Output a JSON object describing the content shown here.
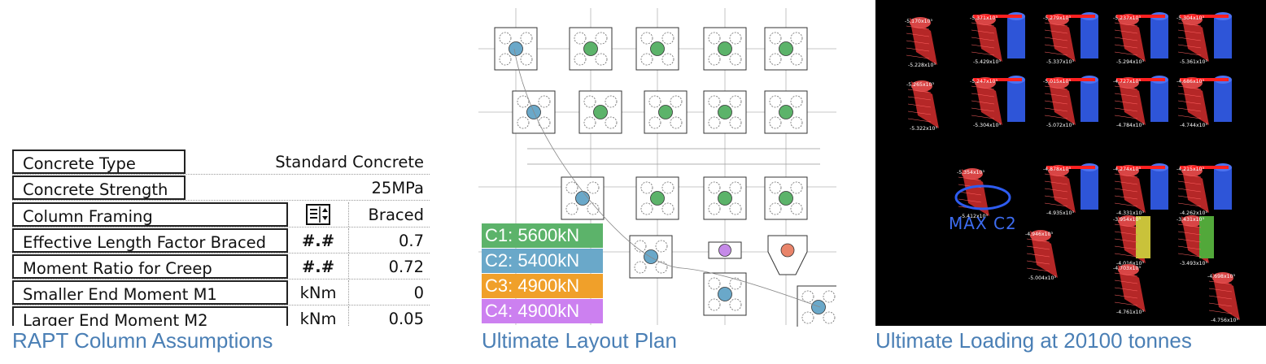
{
  "panels": {
    "left": {
      "caption": "RAPT Column Assumptions",
      "rows": [
        {
          "label": "Concrete Type",
          "unit": "",
          "value": "Standard Concrete"
        },
        {
          "label": "Concrete Strength",
          "unit": "",
          "value": "25MPa"
        },
        {
          "label": "Column Framing",
          "unit": "",
          "value": "Braced",
          "unit_icon": "list-select-icon"
        },
        {
          "label": "Effective Length Factor Braced",
          "unit": "#.#",
          "value": "0.7"
        },
        {
          "label": "Moment Ratio for Creep",
          "unit": "#.#",
          "value": "0.72"
        },
        {
          "label": "Smaller End Moment M1",
          "unit": "kNm",
          "value": "0"
        },
        {
          "label": "Larger End Moment M2",
          "unit": "kNm",
          "value": "0.05"
        }
      ]
    },
    "middle": {
      "caption": "Ultimate Layout Plan",
      "legend": [
        {
          "label": "C1: 5600kN",
          "color": "#5cb36a"
        },
        {
          "label": "C2: 5400kN",
          "color": "#6aa8c9"
        },
        {
          "label": "C3: 4900kN",
          "color": "#f0a02a"
        },
        {
          "label": "C4: 4900kN",
          "color": "#cc80f0"
        }
      ],
      "column_colors": {
        "C1": "#5cb36a",
        "C2": "#6aa8c9",
        "C3": "#e9846a",
        "C4": "#c58ae8"
      }
    },
    "right": {
      "caption": "Ultimate Loading at 20100 tonnes",
      "annotation": "MAX C2",
      "columns": [
        {
          "top": "-5.170x10³",
          "bottom": "-5.228x10³"
        },
        {
          "top": "-5.371x10³",
          "bottom": "-5.429x10³"
        },
        {
          "top": "-5.279x10³",
          "bottom": "-5.337x10³"
        },
        {
          "top": "-5.237x10³",
          "bottom": "-5.294x10³"
        },
        {
          "top": "-5.304x10³",
          "bottom": "-5.361x10³"
        },
        {
          "top": "-5.265x10³",
          "bottom": "-5.322x10³"
        },
        {
          "top": "-5.247x10³",
          "bottom": "-5.304x10³"
        },
        {
          "top": "-5.015x10³",
          "bottom": "-5.072x10³"
        },
        {
          "top": "-4.727x10³",
          "bottom": "-4.784x10³"
        },
        {
          "top": "-4.686x10³",
          "bottom": "-4.744x10³"
        },
        {
          "top": "-5.354x10³",
          "bottom": "-5.412x10³"
        },
        {
          "top": "-4.878x10³",
          "bottom": "-4.935x10³"
        },
        {
          "top": "-4.274x10³",
          "bottom": "-4.331x10³"
        },
        {
          "top": "-4.215x10³",
          "bottom": "-4.262x10³"
        },
        {
          "top": "-4.946x10³",
          "bottom": "-5.004x10³"
        },
        {
          "top": "-3.954x10³",
          "bottom": "-4.016x10³"
        },
        {
          "top": "-3.431x10³",
          "bottom": "-3.493x10³"
        },
        {
          "top": "-4.703x10³",
          "bottom": "-4.761x10³"
        },
        {
          "top": "-4.698x10³",
          "bottom": "-4.756x10³"
        }
      ],
      "colors": {
        "red": "#c42a2a",
        "blue": "#2e55d8",
        "yellow": "#c9c23a",
        "green": "#52a83a",
        "background": "#000000"
      }
    }
  }
}
